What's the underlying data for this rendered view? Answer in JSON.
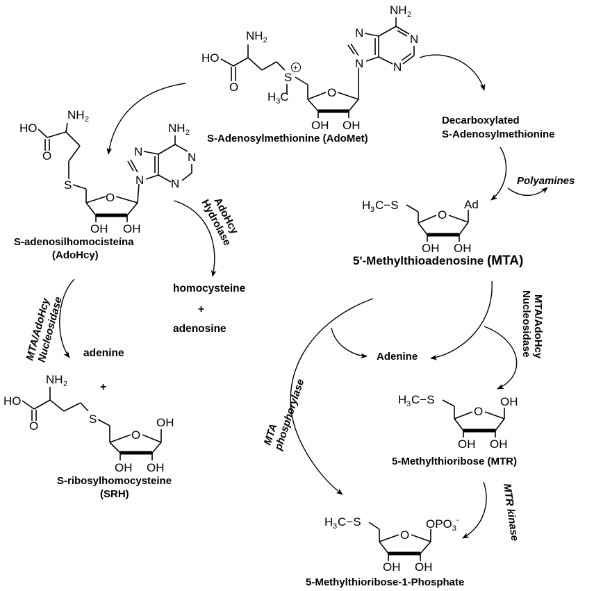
{
  "diagram": {
    "type": "metabolic-pathway",
    "compounds": {
      "adomet": {
        "name": "S-Adenosylmethionine (AdoMet)"
      },
      "adohcy": {
        "name_line1": "S-adenosilhomocisteína",
        "name_line2": "(AdoHcy)"
      },
      "dcadomet": {
        "name_line1": "Decarboxylated",
        "name_line2": "S-Adenosylmethionine"
      },
      "mta": {
        "name_prefix": "5'-Methylthioadenosine ",
        "name_abbrev": "(MTA)"
      },
      "srh": {
        "name_line1": "S-ribosylhomocysteine",
        "name_line2": "(SRH)"
      },
      "mtr": {
        "name": "5-Methylthioribose (MTR)"
      },
      "mtr1p": {
        "name": "5-Methylthioribose-1-Phosphate"
      }
    },
    "products": {
      "homocysteine": "homocysteine",
      "plus1": "+",
      "adenosine": "adenosine",
      "adenine_left": "adenine",
      "plus2": "+",
      "adenine_center": "Adenine",
      "polyamines": "Polyamines"
    },
    "enzymes": {
      "adohcy_hydrolase_line1": "AdoHcy",
      "adohcy_hydrolase_line2": "Hydrolase",
      "nucleosidase_left_line1": "MTA/AdoHcy",
      "nucleosidase_left_line2": "Nucleosidase",
      "nucleosidase_right_line1": "MTA/AdoHcy",
      "nucleosidase_right_line2": "Nucleosidase",
      "mta_phosphorylase_line1": "MTA",
      "mta_phosphorylase_line2": "phosphorylase",
      "mtr_kinase": "MTR kinase"
    },
    "atoms": {
      "nh2": "NH",
      "two": "2",
      "ho": "HO",
      "o": "O",
      "oh": "OH",
      "s": "S",
      "n": "N",
      "h": "H",
      "three": "3",
      "c": "C",
      "ad": "Ad",
      "opo": "OPO",
      "minus": "-",
      "plus_charge": "+",
      "h3c_s": "H",
      "c_s": "C−S"
    }
  }
}
